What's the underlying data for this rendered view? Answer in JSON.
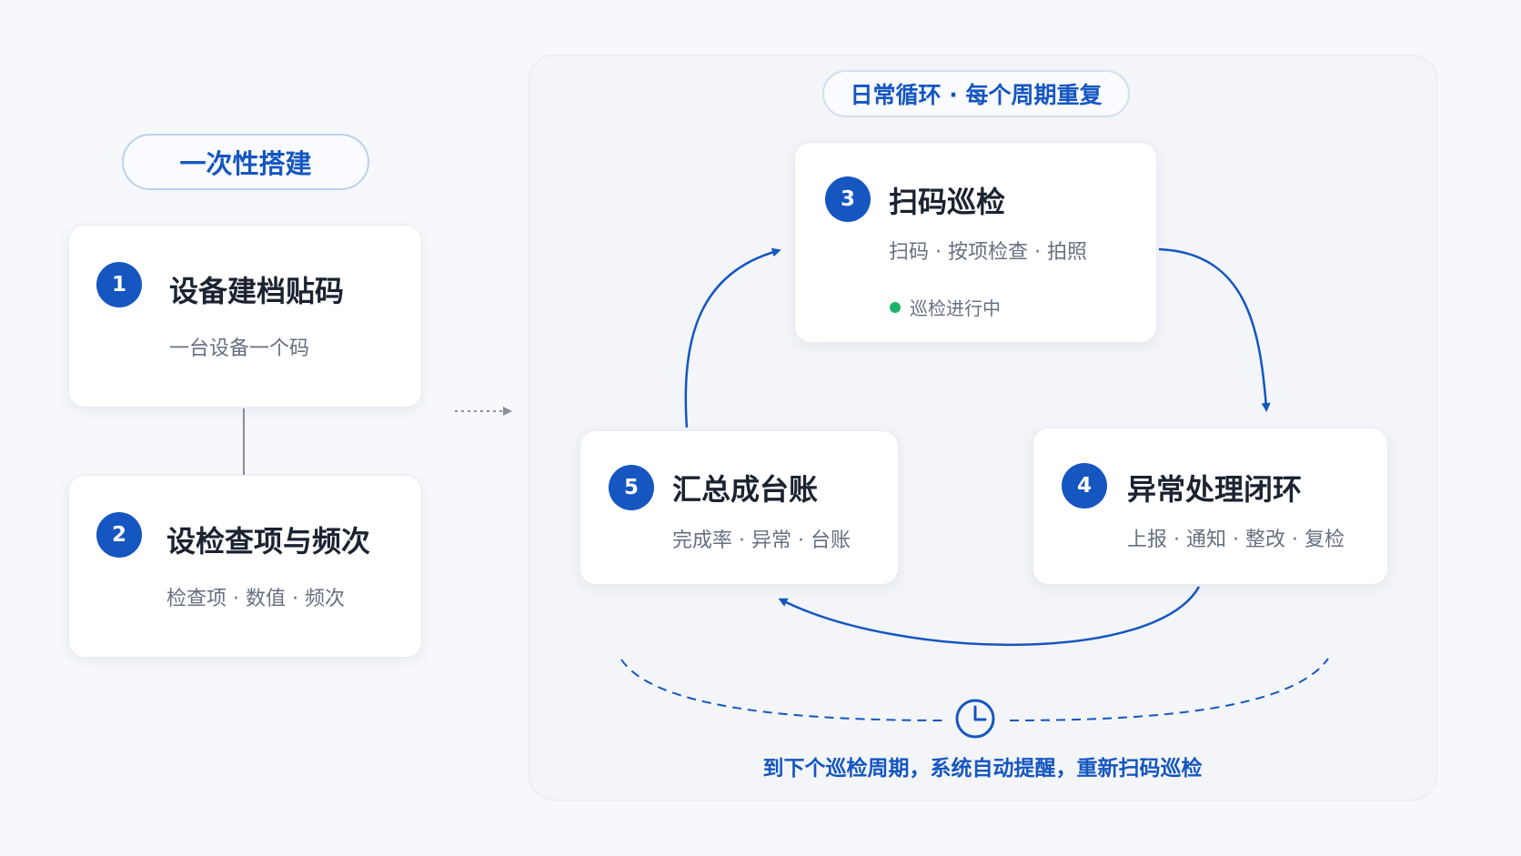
{
  "left_section": {
    "label": "一次性搭建",
    "steps": [
      {
        "number": "1",
        "title": "设备建档贴码",
        "subtitle": "一台设备一个码"
      },
      {
        "number": "2",
        "title": "设检查项与频次",
        "subtitle": "检查项 · 数值 · 频次"
      }
    ]
  },
  "cycle_section": {
    "label": "日常循环 · 每个周期重复",
    "steps": [
      {
        "number": "3",
        "title": "扫码巡检",
        "subtitle": "扫码 · 按项检查 · 拍照",
        "status": "巡检进行中"
      },
      {
        "number": "4",
        "title": "异常处理闭环",
        "subtitle": "上报 · 通知 · 整改 · 复检"
      },
      {
        "number": "5",
        "title": "汇总成台账",
        "subtitle": "完成率 · 异常 · 台账"
      }
    ],
    "footnote": "到下个巡检周期，系统自动提醒，重新扫码巡检"
  },
  "colors": {
    "accent": "#1556c0",
    "status_green": "#1eb36a",
    "connector_gray": "#8a8f99"
  },
  "icons": [
    "clock-icon",
    "dotted-arrow-icon"
  ]
}
